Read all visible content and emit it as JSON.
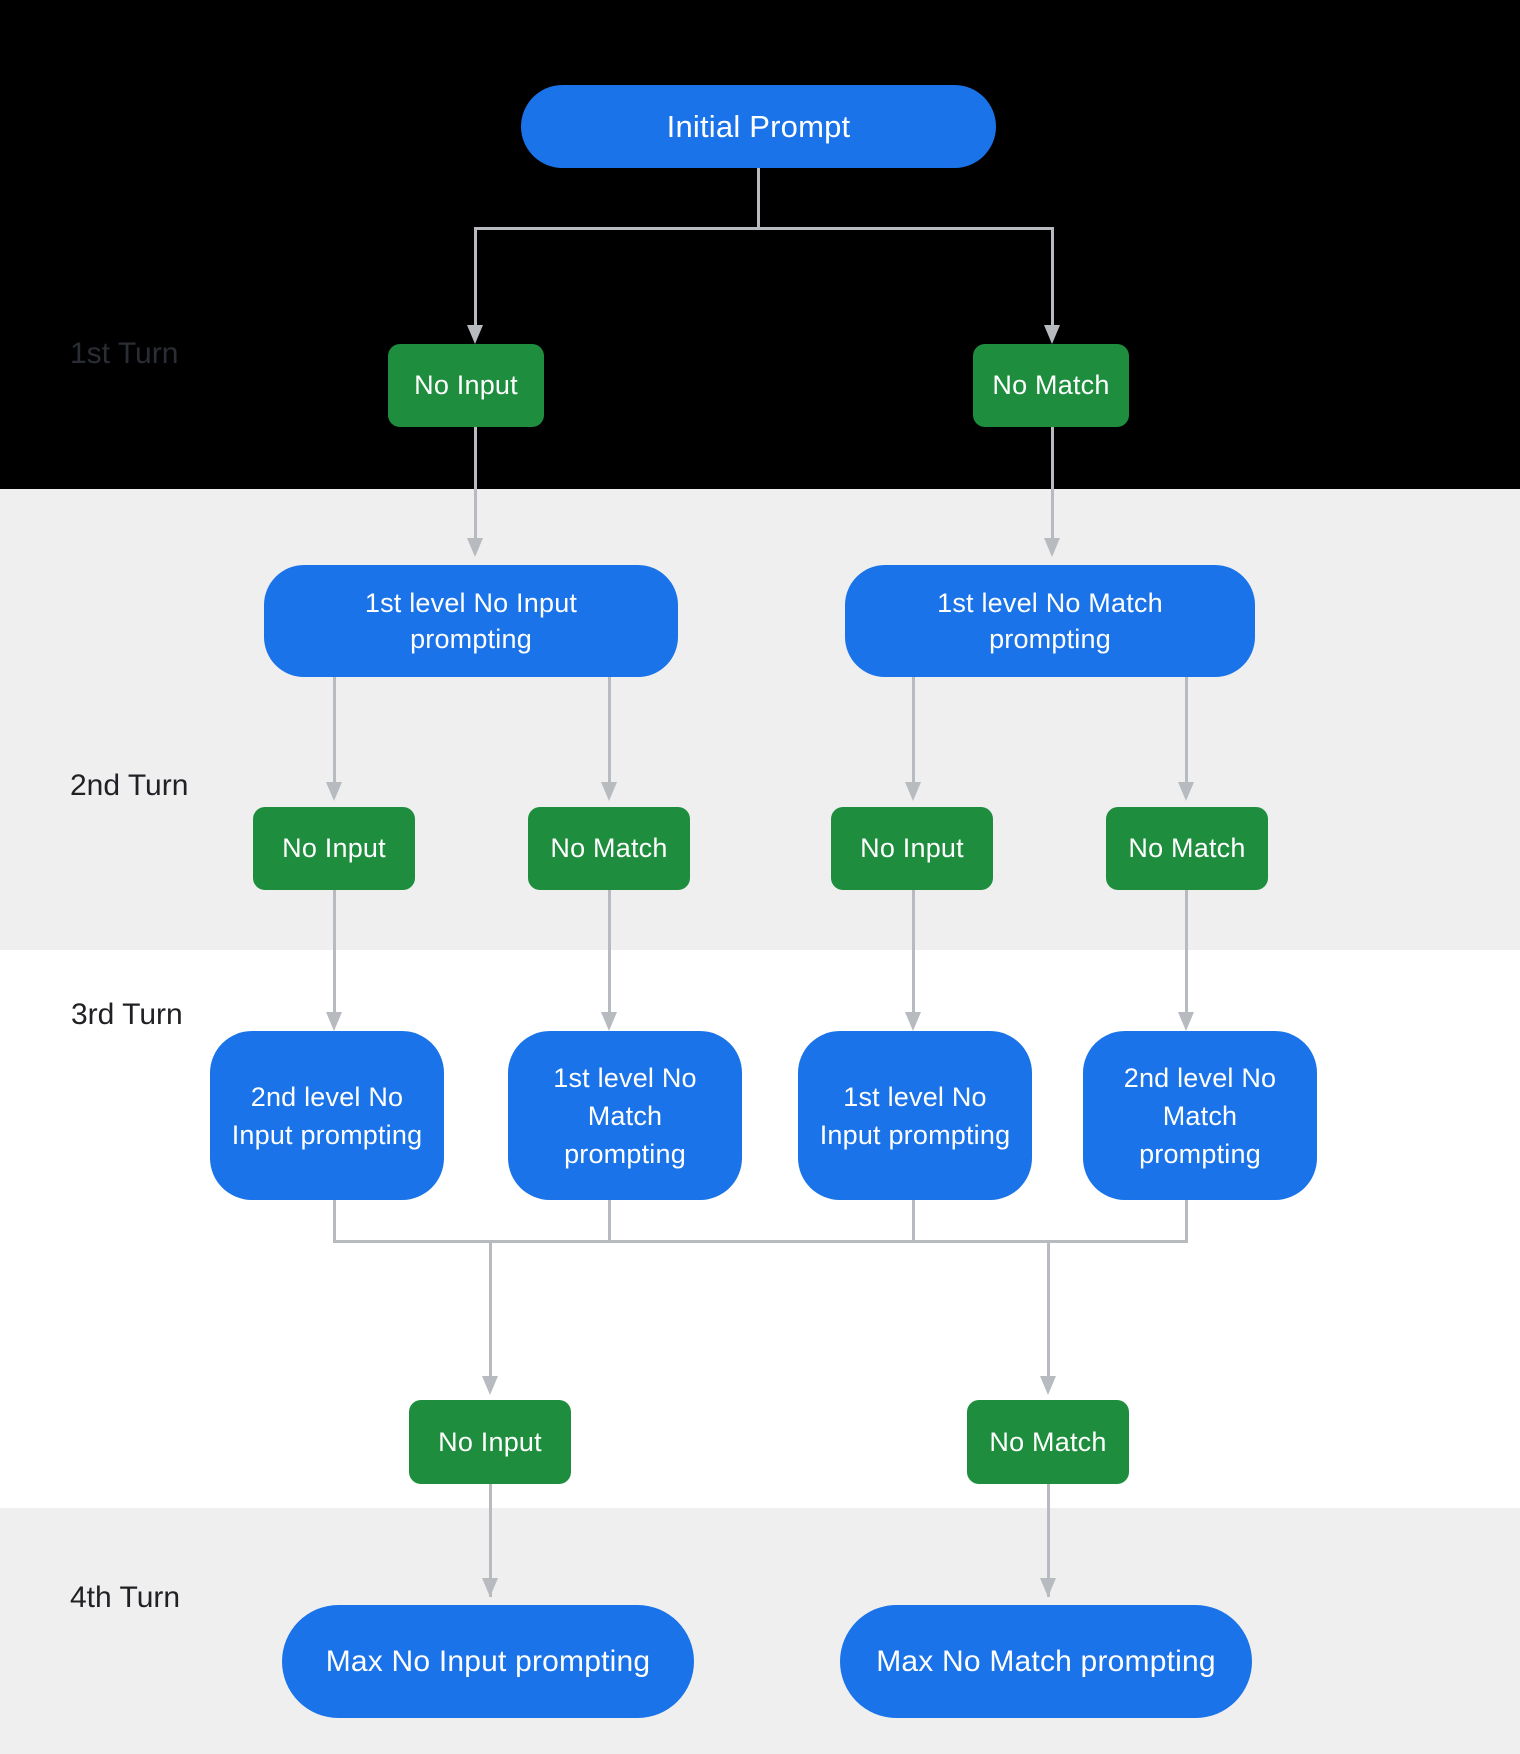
{
  "diagram": {
    "root_label": "Initial Prompt",
    "turns": [
      "1st Turn",
      "2nd Turn",
      "3rd Turn",
      "4th Turn"
    ],
    "events": {
      "t1_no_input": "No Input",
      "t1_no_match": "No Match",
      "t2_e1": "No Input",
      "t2_e2": "No Match",
      "t2_e3": "No Input",
      "t2_e4": "No Match",
      "t3_no_input": "No Input",
      "t3_no_match": "No Match"
    },
    "prompts": {
      "l1_no_input": "1st level No Input prompting",
      "l1_no_match": "1st level No Match prompting",
      "l2_p1": "2nd level No Input prompting",
      "l2_p2": "1st level No Match prompting",
      "l2_p3": "1st level No Input prompting",
      "l2_p4": "2nd level No Match prompting",
      "max_no_input": "Max No Input prompting",
      "max_no_match": "Max No Match prompting"
    },
    "colors": {
      "prompt_blue": "#1a73e8",
      "event_green": "#1e8e3e",
      "connector": "#b7bbbf",
      "band_dark": "#000000",
      "band_gray": "#efeff0",
      "band_white": "#ffffff",
      "label_dark_band": "#2a2d33",
      "label_light_band": "#202124"
    }
  }
}
